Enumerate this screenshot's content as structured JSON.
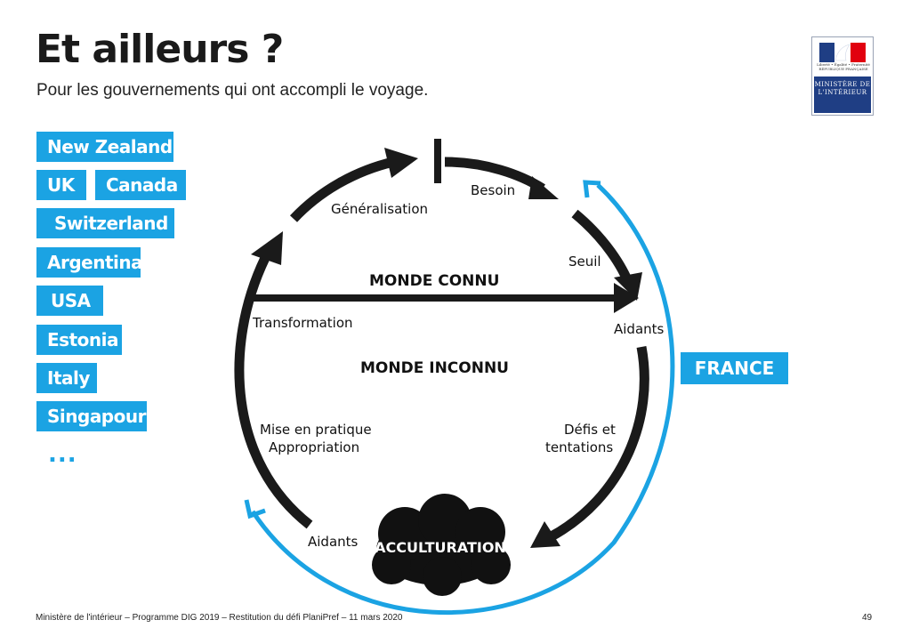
{
  "header": {
    "title": "Et ailleurs ?",
    "subtitle": "Pour les gouvernements qui ont accompli le voyage."
  },
  "logo": {
    "republique": "Liberté • Égalité • Fraternité RÉPUBLIQUE FRANÇAISE",
    "ministere": "MINISTÈRE DE L'INTÉRIEUR"
  },
  "countries": [
    "New Zealand",
    "UK",
    "Canada",
    "Switzerland",
    "Argentina",
    "USA",
    "Estonia",
    "Italy",
    "Singapour"
  ],
  "countries_more": "...",
  "france_label": "FRANCE",
  "diagram": {
    "besoin": "Besoin",
    "generalisation": "Généralisation",
    "seuil": "Seuil",
    "monde_connu": "MONDE CONNU",
    "transformation": "Transformation",
    "aidants_top": "Aidants",
    "monde_inconnu": "MONDE INCONNU",
    "mise_en_pratique": "Mise en pratique",
    "appropriation": "Appropriation",
    "defis": "Défis et",
    "tentations": "tentations",
    "aidants_bottom": "Aidants",
    "acculturation": "ACCULTURATION"
  },
  "colors": {
    "accent_blue": "#1ba3e3",
    "dark": "#1a1a1a",
    "marianne_blue": "#1f3e84",
    "marianne_red": "#e1000f"
  },
  "footer": {
    "text": "Ministère de l'intérieur  –  Programme DIG 2019  –  Restitution du défi PlaniPref  –  11 mars 2020",
    "page": "49"
  }
}
